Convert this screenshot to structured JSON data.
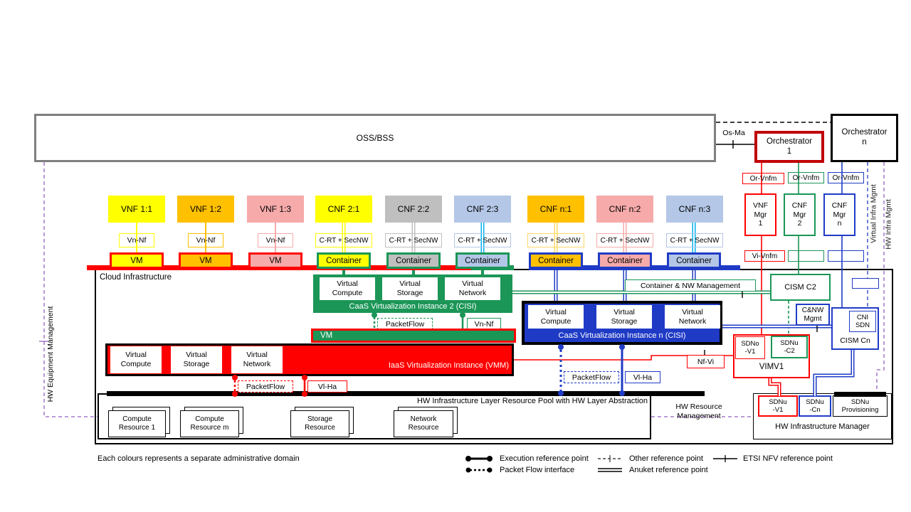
{
  "colors": {
    "yellow": "#FFFF00",
    "orange": "#FFC000",
    "pink": "#F6AAAA",
    "gray": "#BFBFBF",
    "light_blue": "#B4C7E7",
    "green": "#1B9657",
    "blue": "#1F3BC6",
    "red": "#FF0000",
    "dark_red": "#C00000",
    "purple": "#9460BE",
    "cyan": "#00B0F0",
    "border_gray": "#7F7F7F"
  },
  "top": {
    "oss_bss": "OSS/BSS",
    "orchestrator_1": "Orchestrator\n1",
    "orchestrator_n": "Orchestrator\nn",
    "os_ma": "Os-Ma"
  },
  "nf_row": [
    "VNF 1:1",
    "VNF 1:2",
    "VNF 1:3",
    "CNF 2:1",
    "CNF 2:2",
    "CNF 2:3",
    "CNF n:1",
    "CNF n:2",
    "CNF n:3"
  ],
  "ref_labels": [
    "Vn-Nf",
    "Vn-Nf",
    "Vn-Nf",
    "C-RT + SecNW",
    "C-RT + SecNW",
    "C-RT + SecNW",
    "C-RT + SecNW",
    "C-RT + SecNW",
    "C-RT + SecNW"
  ],
  "vm_row": [
    "VM",
    "VM",
    "VM",
    "Container",
    "Container",
    "Container",
    "Container",
    "Container",
    "Container"
  ],
  "cloud": {
    "label": "Cloud  Infrastructure"
  },
  "cisi2": {
    "title": "CaaS Virtualization Instance 2 (CISI)",
    "compute": "Virtual\nCompute",
    "storage": "Virtual\nStorage",
    "network": "Virtual\nNetwork"
  },
  "cisin": {
    "title": "CaaS Virtualization Instance n (CISI)",
    "compute": "Virtual\nCompute",
    "storage": "Virtual\nStorage",
    "network": "Virtual\nNetwork"
  },
  "iaas": {
    "title": "IaaS Virtualization Instance (VMM)",
    "compute": "Virtual\nCompute",
    "storage": "Virtual\nStorage",
    "network": "Virtual\nNetwork",
    "vm_bar": "VM"
  },
  "ref_points": {
    "packetflow": "PacketFlow",
    "vn_nf": "Vn-Nf",
    "vl_ha": "Vl-Ha",
    "nf_vi": "Nf-Vi",
    "or_vnfm": "Or-Vnfm",
    "vi_vnfm": "Vi-Vnfm"
  },
  "managers": {
    "vnf_mgr_1": "VNF\nMgr\n1",
    "cnf_mgr_2": "CNF\nMgr\n2",
    "cnf_mgr_n": "CNF\nMgr\nn"
  },
  "right": {
    "cism_c2": "CISM C2",
    "container_nw": "Container & NW  Management",
    "cnw_mgmt": "C&NW\nMgmt",
    "cni_sdn": "CNI\nSDN",
    "cism_cn": "CISM Cn",
    "sdno_v1": "SDNo\n-V1",
    "sdnu_c2": "SDNu\n-C2",
    "vimv1": "VIMV1"
  },
  "hw_mgr": {
    "title": "HW Infrastructure Manager",
    "sdnu_v1": "SDNu\n-V1",
    "sdnu_cn": "SDNu\n-Cn",
    "sdnu_prov": "SDNu\nProvisioning"
  },
  "pool": {
    "title": "HW Infrastructure Layer Resource Pool with HW Layer Abstraction",
    "resources": [
      "Compute\nResource 1",
      "Compute\nResource m",
      "Storage\nResource",
      "Network\nResource"
    ]
  },
  "side": {
    "hw_equipment": "HW Equipment Management",
    "virtual_infra": "Virtual Infra Mgmt",
    "hw_infra": "HW Infra Mgmt",
    "hw_resource": "HW Resource\nManagement"
  },
  "legend": {
    "note": "Each colours represents a separate administrative domain",
    "execution": "Execution reference point",
    "packet_flow": "Packet Flow interface",
    "other": "Other reference point",
    "anuket": "Anuket reference point",
    "etsi": "ETSI NFV reference point"
  }
}
